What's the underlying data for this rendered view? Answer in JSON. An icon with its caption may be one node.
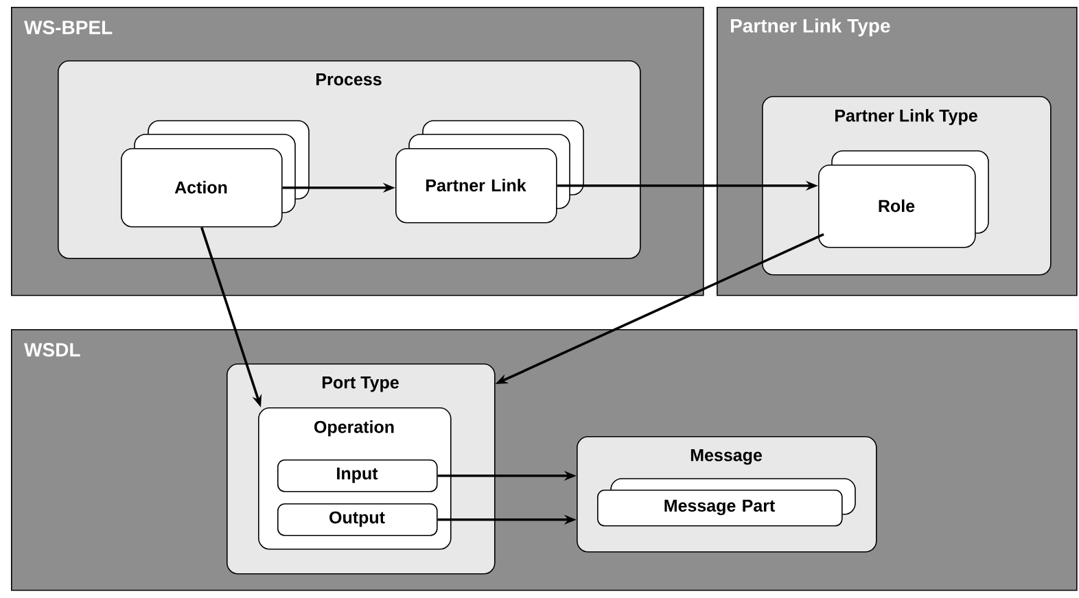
{
  "diagram": {
    "nodes": [
      {
        "text": [
          "WS-BPEL"
        ]
      },
      {
        "text": [
          "Process"
        ],
        "in": 0
      },
      {
        "text": [
          "Action"
        ],
        "in": 1
      },
      {
        "text": [
          "Partner Link"
        ],
        "in": 1
      },
      {
        "text": [
          "Partner Link Type"
        ]
      },
      {
        "text": [
          "Partner Link Type"
        ],
        "in": 4
      },
      {
        "text": [
          "Role"
        ],
        "in": 5
      },
      {
        "text": [
          "WSDL"
        ]
      },
      {
        "text": [
          "Port Type"
        ],
        "in": 7
      },
      {
        "text": [
          "Operation"
        ],
        "in": 8
      },
      {
        "text": [
          "Input"
        ],
        "in": 9
      },
      {
        "text": [
          "Output"
        ],
        "in": 9
      },
      {
        "text": [
          "Message"
        ],
        "in": 7
      },
      {
        "text": [
          "Message Part"
        ],
        "in": 12
      }
    ],
    "edges": [
      {
        "from": 2,
        "to": 3,
        "arrow": "to"
      },
      {
        "from": 3,
        "to": 6,
        "arrow": "to"
      },
      {
        "from": 2,
        "to": 9,
        "arrow": "to"
      },
      {
        "from": 6,
        "to": 8,
        "arrow": "to"
      },
      {
        "from": 10,
        "to": 12,
        "arrow": "to"
      },
      {
        "from": 11,
        "to": 12,
        "arrow": "to"
      }
    ]
  }
}
